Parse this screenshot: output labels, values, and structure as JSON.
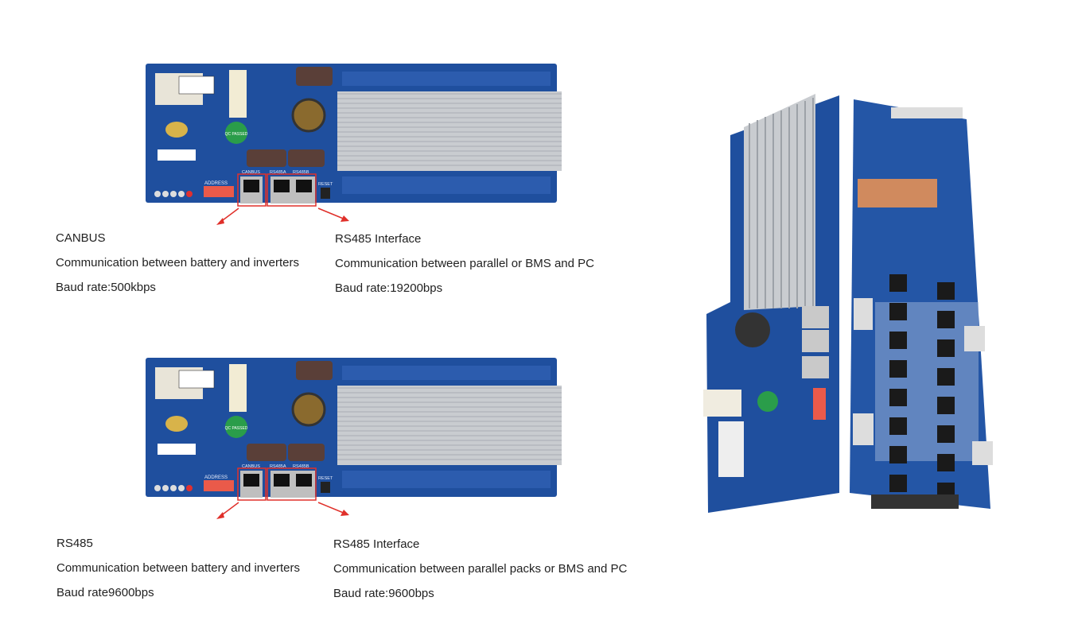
{
  "sections": [
    {
      "left": {
        "title": "CANBUS",
        "description": "Communication between battery and inverters",
        "baud": "Baud rate:500kbps"
      },
      "right": {
        "title": "RS485 Interface",
        "description": "Communication between parallel or BMS and PC",
        "baud": "Baud rate:19200bps"
      }
    },
    {
      "left": {
        "title": "RS485",
        "description": "Communication between battery and inverters",
        "baud": "Baud rate9600bps"
      },
      "right": {
        "title": "RS485 Interface",
        "description": "Communication between parallel packs or BMS and PC",
        "baud": "Baud rate:9600bps"
      }
    }
  ],
  "board_silkscreen": [
    "CANBUS",
    "RS485A",
    "RS485B",
    "RESET",
    "ADDRESS",
    "QC PASSED"
  ],
  "colors": {
    "pcb": "#1f4f9e",
    "highlight": "#e0302a",
    "heatsink": "#c9ccd0"
  }
}
